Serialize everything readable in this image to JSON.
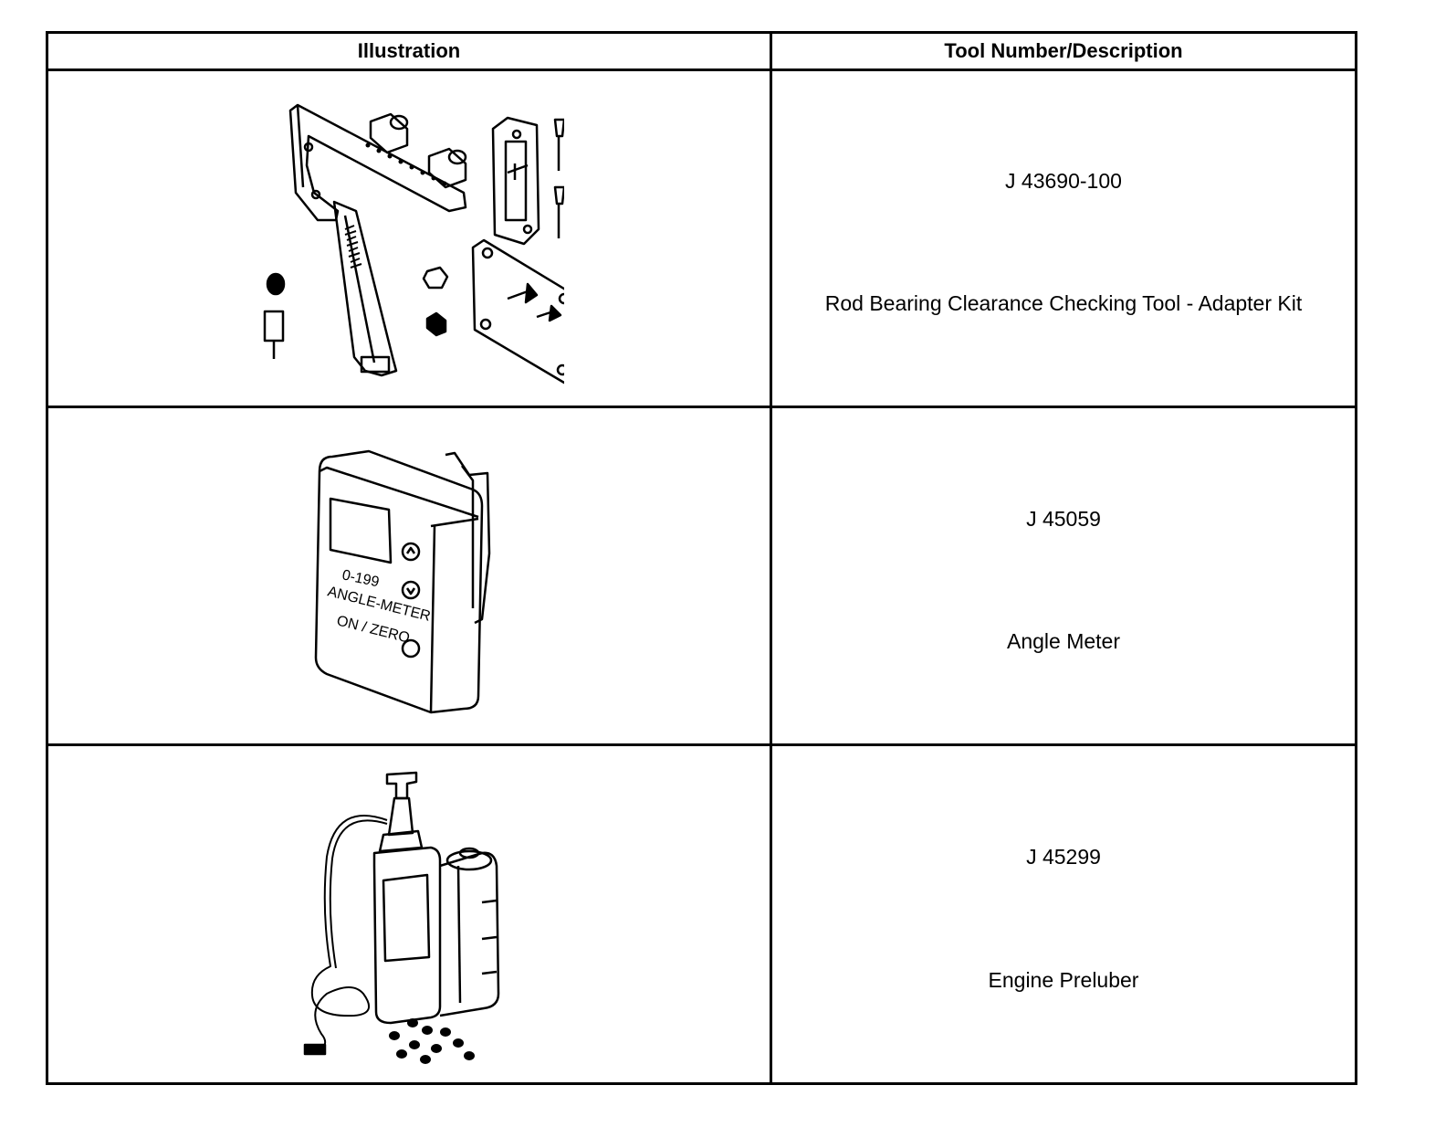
{
  "table": {
    "headers": {
      "illustration": "Illustration",
      "tool": "Tool Number/Description"
    },
    "rows": [
      {
        "tool_number": "J 43690-100",
        "description": "Rod Bearing Clearance Checking Tool - Adapter Kit",
        "icon": "adapter-kit-illustration"
      },
      {
        "tool_number": "J 45059",
        "description": "Angle Meter",
        "icon": "angle-meter-illustration",
        "device_text": {
          "range": "0-199",
          "name": "ANGLE-METER",
          "button": "ON / ZERO"
        }
      },
      {
        "tool_number": "J 45299",
        "description": "Engine Preluber",
        "icon": "engine-preluber-illustration"
      }
    ]
  }
}
